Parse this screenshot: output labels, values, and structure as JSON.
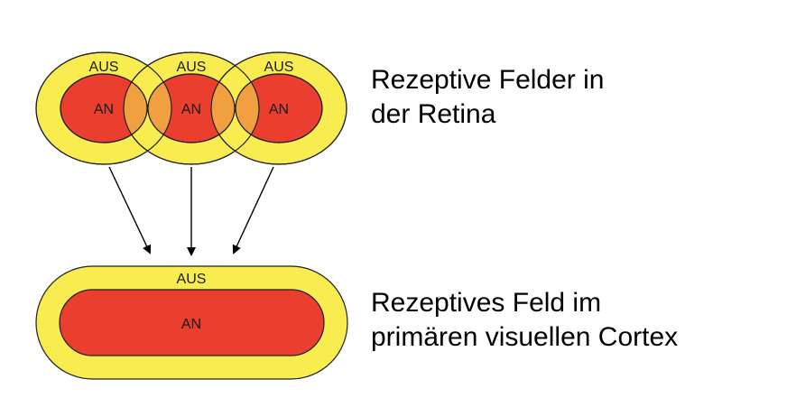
{
  "colors": {
    "off_surround": "#f9ec50",
    "on_center": "#ea3f2f",
    "overlap": "#f0a040",
    "outline": "#1f1f1f",
    "arrow": "#000000"
  },
  "retina": {
    "fields": [
      {
        "off_label": "AUS",
        "on_label": "AN"
      },
      {
        "off_label": "AUS",
        "on_label": "AN"
      },
      {
        "off_label": "AUS",
        "on_label": "AN"
      }
    ],
    "caption": {
      "line1": "Rezeptive Felder in",
      "line2": "der Retina"
    }
  },
  "cortex": {
    "field": {
      "off_label": "AUS",
      "on_label": "AN"
    },
    "caption": {
      "line1": "Rezeptives Feld im",
      "line2": "primären visuellen Cortex"
    }
  }
}
